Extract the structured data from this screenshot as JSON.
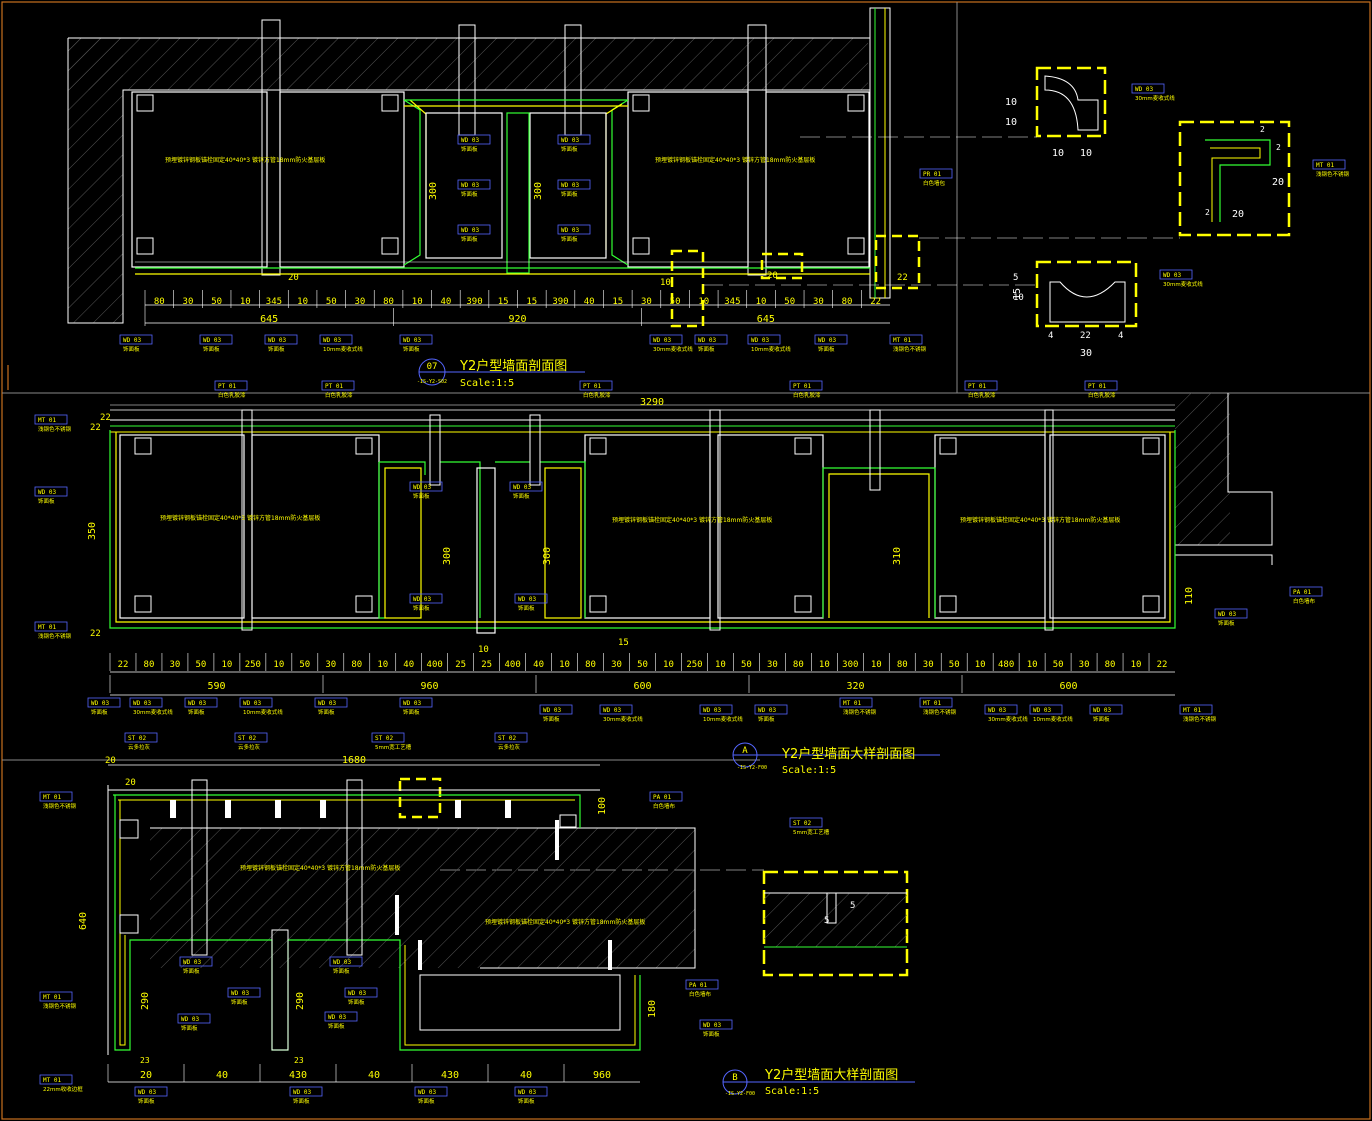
{
  "colors": {
    "background": "#000000",
    "frame": "#c8701e",
    "wall": "#ffffff",
    "dimension": "#ffffff",
    "board_green": "#33ff33",
    "board_yellow": "#ffff00",
    "tag": "#5566ff",
    "hatch": "#666666",
    "detail_box": "#ffff00",
    "text": "#ffff00"
  },
  "sections": [
    {
      "tag_code": "07",
      "tag_sheet": "-IS-Y2-S02",
      "title": "Y2户型墙面剖面图",
      "scale": "Scale:1:5",
      "note": "预埋镀锌钢板锚栓固定40*40*3 镀锌方管18mm防火基层板",
      "row1_dims": [
        "80",
        "30",
        "50",
        "10",
        "345",
        "10",
        "50",
        "30",
        "80",
        "10",
        "40",
        "390",
        "15",
        "15",
        "390",
        "40",
        "15",
        "30",
        "50",
        "10",
        "345",
        "10",
        "50",
        "30",
        "80",
        "22"
      ],
      "row2_dims": [
        "645",
        "920",
        "645"
      ],
      "vertical_dims": [
        "300",
        "300",
        "20",
        "20",
        "22",
        "10"
      ]
    },
    {
      "tag_code": "A",
      "tag_sheet": "-IS-Y2-F00",
      "title": "Y2户型墙面大样剖面图",
      "scale": "Scale:1:5",
      "top_dims": [
        "22",
        "3290"
      ],
      "row1_dims": [
        "22",
        "80",
        "30",
        "50",
        "10",
        "250",
        "10",
        "50",
        "30",
        "80",
        "10",
        "40",
        "400",
        "25",
        "25",
        "400",
        "40",
        "10",
        "80",
        "30",
        "50",
        "10",
        "250",
        "10",
        "50",
        "30",
        "80",
        "10",
        "300",
        "10",
        "80",
        "30",
        "50",
        "10",
        "480",
        "10",
        "50",
        "30",
        "80",
        "10",
        "22"
      ],
      "row2_dims": [
        "590",
        "960",
        "600",
        "320",
        "600"
      ],
      "vertical_dims": [
        "350",
        "300",
        "300",
        "310",
        "110",
        "22",
        "22",
        "10",
        "15"
      ]
    },
    {
      "tag_code": "B",
      "tag_sheet": "-IS-Y2-F00",
      "title": "Y2户型墙面大样剖面图",
      "scale": "Scale:1:5",
      "top_dims": [
        "20",
        "1680"
      ],
      "bottom_dims": [
        "20",
        "40",
        "430",
        "40",
        "430",
        "40",
        "960"
      ],
      "vertical_dims": [
        "640",
        "290",
        "290",
        "180",
        "100",
        "20",
        "23",
        "23"
      ]
    }
  ],
  "detail_dims": {
    "d1": [
      "10",
      "10",
      "10",
      "10"
    ],
    "d2": [
      "20",
      "2",
      "20",
      "2",
      "2"
    ],
    "d3": [
      "15",
      "5",
      "10",
      "4",
      "22",
      "4",
      "30"
    ],
    "d4": [
      "5",
      "5"
    ],
    "d5": [
      "22",
      "20"
    ]
  },
  "material_tags": [
    {
      "code": "WD",
      "num": "03",
      "desc": "饰面板"
    },
    {
      "code": "WD",
      "num": "03",
      "desc": "30mm麦收式线"
    },
    {
      "code": "WD",
      "num": "03",
      "desc": "10mm麦收式线"
    },
    {
      "code": "MT",
      "num": "01",
      "desc": "浅钢色不锈钢"
    },
    {
      "code": "MT",
      "num": "01",
      "desc": "22mm收收边框"
    },
    {
      "code": "PT",
      "num": "01",
      "desc": "白色乳胶漆"
    },
    {
      "code": "PA",
      "num": "01",
      "desc": "白色墙布"
    },
    {
      "code": "ST",
      "num": "02",
      "desc": "云多拉灰"
    },
    {
      "code": "ST",
      "num": "02",
      "desc": "5mm宽工艺槽"
    },
    {
      "code": "PR",
      "num": "01",
      "desc": "白色墙包"
    }
  ]
}
